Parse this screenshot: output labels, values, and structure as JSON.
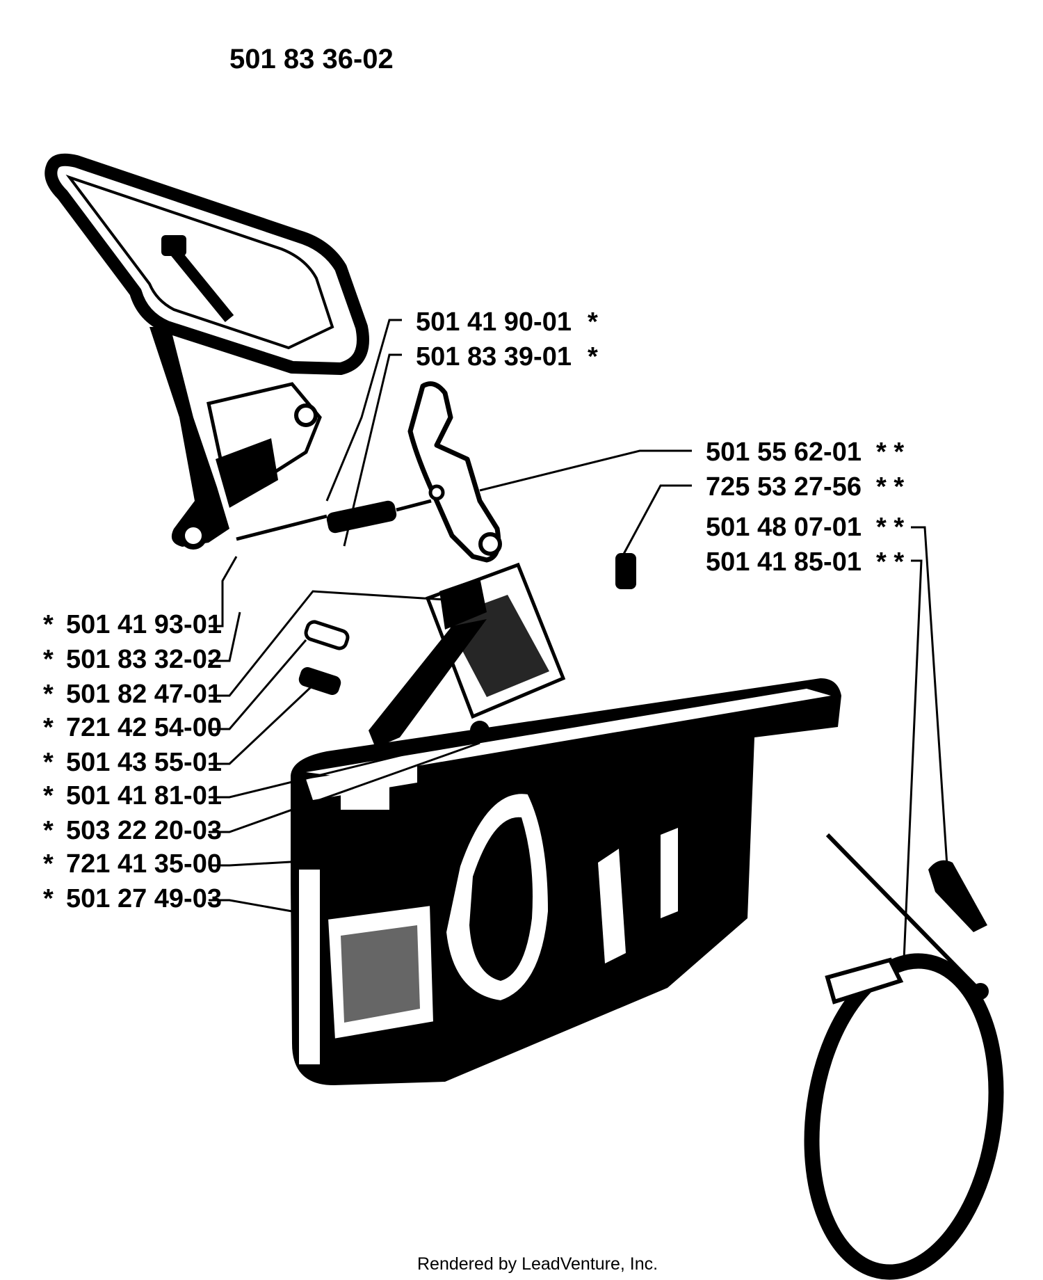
{
  "title": "501 83 36-02",
  "labels_right": [
    {
      "text": "501 41 90-01",
      "mark": "*"
    },
    {
      "text": "501 83 39-01",
      "mark": "*"
    },
    {
      "text": "501 55 62-01",
      "mark": "* *"
    },
    {
      "text": "725 53 27-56",
      "mark": "* *"
    },
    {
      "text": "501 48 07-01",
      "mark": "* *"
    },
    {
      "text": "501 41 85-01",
      "mark": "* *"
    }
  ],
  "labels_left": [
    {
      "text": "501 41 93-01",
      "mark": "*"
    },
    {
      "text": "501 83 32-02",
      "mark": "*"
    },
    {
      "text": "501 82 47-01",
      "mark": "*"
    },
    {
      "text": "721 42 54-00",
      "mark": "*"
    },
    {
      "text": "501 43 55-01",
      "mark": "*"
    },
    {
      "text": "501 41 81-01",
      "mark": "*"
    },
    {
      "text": "503 22 20-03",
      "mark": "*"
    },
    {
      "text": "721 41 35-00",
      "mark": "*"
    },
    {
      "text": "501 27 49-03",
      "mark": "*"
    }
  ],
  "footer": "Rendered by LeadVenture, Inc.",
  "colors": {
    "ink": "#000000",
    "paper": "#ffffff"
  }
}
